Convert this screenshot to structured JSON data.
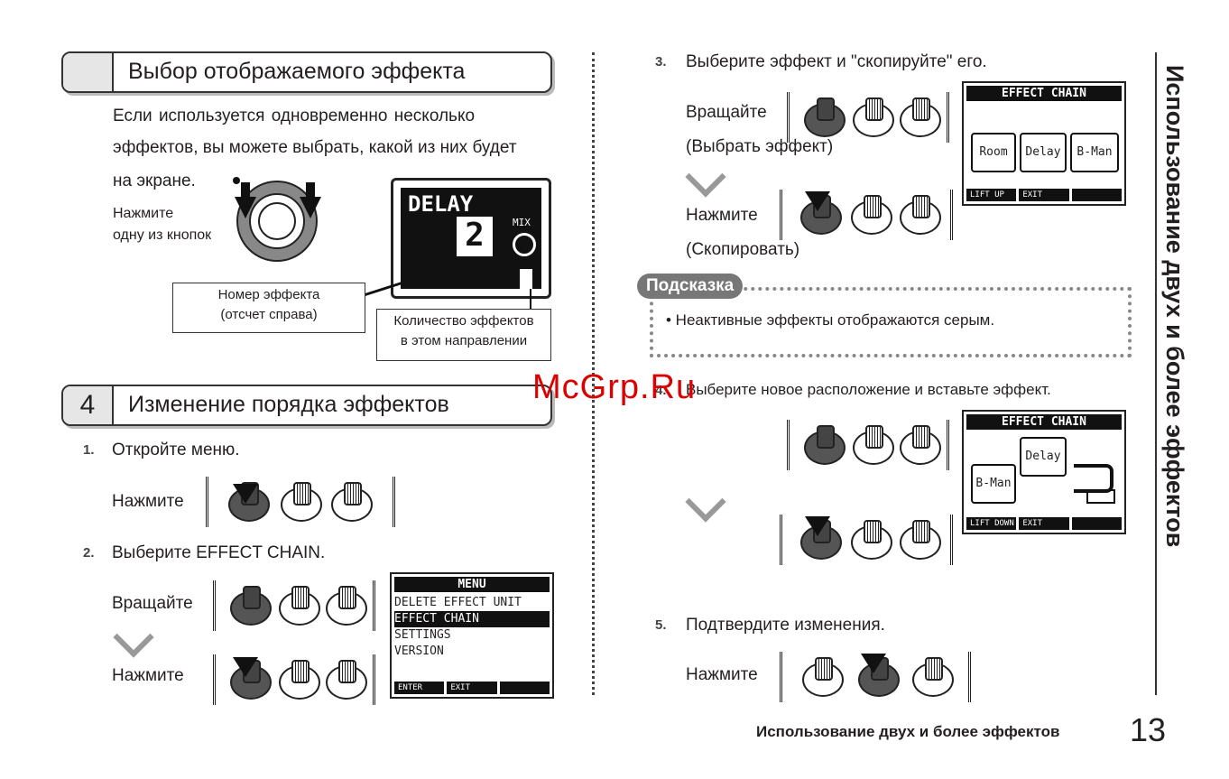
{
  "section_select": {
    "title": "Выбор отображаемого эффекта",
    "body_lines": [
      "Если    используется    одновременно    несколько",
      "эффектов, вы можете выбрать, какой из них будет",
      "на экране."
    ],
    "press_label": [
      "Нажмите",
      "одну из кнопок"
    ],
    "lcd": {
      "name": "DELAY",
      "number": "2",
      "mix": "MIX"
    },
    "callout_effect_number": [
      "Номер эффекта",
      "(отсчет справа)"
    ],
    "callout_effect_count": [
      "Количество эффектов",
      "в этом направлении"
    ]
  },
  "section_order": {
    "number": "4",
    "title": "Изменение порядка эффектов",
    "steps": [
      {
        "n": "1.",
        "text": "Откройте меню.",
        "actions": [
          "Нажмите"
        ]
      },
      {
        "n": "2.",
        "text": "Выберите  EFFECT CHAIN.",
        "actions": [
          "Вращайте",
          "Нажмите"
        ]
      },
      {
        "n": "3.",
        "text": "Выберите эффект и \"скопируйте\" его.",
        "actions": [
          "Вращайте",
          "(Выбрать эффект)",
          "Нажмите",
          "(Скопировать)"
        ]
      },
      {
        "n": "4.",
        "text": "Выберите новое расположение и вставьте эффект."
      },
      {
        "n": "5.",
        "text": "Подтвердите изменения.",
        "actions": [
          "Нажмите"
        ]
      }
    ]
  },
  "menu_lcd": {
    "title": "MENU",
    "items": [
      "DELETE EFFECT UNIT",
      "EFFECT CHAIN",
      "SETTINGS",
      "VERSION"
    ],
    "footer": [
      "ENTER",
      "EXIT",
      ""
    ]
  },
  "chain_lcd_1": {
    "title": "EFFECT CHAIN",
    "effects": [
      "Room",
      "Delay",
      "B-Man"
    ],
    "footer": [
      "LIFT UP",
      "EXIT",
      ""
    ]
  },
  "chain_lcd_2": {
    "title": "EFFECT CHAIN",
    "effects": [
      "Delay",
      "B-Man"
    ],
    "footer": [
      "LIFT DOWN",
      "EXIT",
      ""
    ]
  },
  "hint": {
    "label": "Подсказка",
    "text": "•  Неактивные эффекты отображаются серым."
  },
  "watermark": "McGrp.Ru",
  "side_title": "Использование двух и более эффектов",
  "footer": {
    "title": "Использование двух и более эффектов",
    "page": "13"
  }
}
